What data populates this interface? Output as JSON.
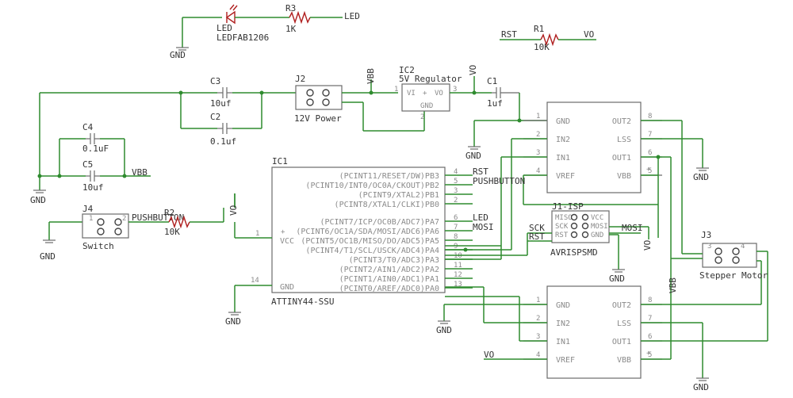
{
  "ic1": {
    "name": "IC1",
    "value": "ATTINY44-SSU",
    "pins_right": [
      {
        "fn": "(PCINT11/RESET/DW)PB3",
        "num": "4",
        "net": "RST"
      },
      {
        "fn": "(PCINT10/INT0/OC0A/CKOUT)PB2",
        "num": "5",
        "net": "PUSHBUTTON"
      },
      {
        "fn": "(PCINT9/XTAL2)PB1",
        "num": "3",
        "net": ""
      },
      {
        "fn": "(PCINT8/XTAL1/CLKI)PB0",
        "num": "2",
        "net": ""
      },
      {
        "fn": "(PCINT7/ICP/OC0B/ADC7)PA7",
        "num": "6",
        "net": "LED"
      },
      {
        "fn": "(PCINT6/OC1A/SDA/MOSI/ADC6)PA6",
        "num": "7",
        "net": "MOSI"
      },
      {
        "fn": "(PCINT5/OC1B/MISO/DO/ADC5)PA5",
        "num": "8",
        "net": ""
      },
      {
        "fn": "(PCINT4/T1/SCL/USCK/ADC4)PA4",
        "num": "9",
        "net": ""
      },
      {
        "fn": "(PCINT3/T0/ADC3)PA3",
        "num": "10",
        "net": ""
      },
      {
        "fn": "(PCINT2/AIN1/ADC2)PA2",
        "num": "11",
        "net": ""
      },
      {
        "fn": "(PCINT1/AIN0/ADC1)PA1",
        "num": "12",
        "net": ""
      },
      {
        "fn": "(PCINT0/AREF/ADC0)PA0",
        "num": "13",
        "net": ""
      }
    ],
    "vcc_label": "VCC",
    "gnd_label": "GND",
    "vcc_pin": "1",
    "gnd_pin": "14"
  },
  "driver_top": {
    "left": [
      {
        "fn": "GND",
        "num": "1"
      },
      {
        "fn": "IN2",
        "num": "2"
      },
      {
        "fn": "IN1",
        "num": "3"
      },
      {
        "fn": "VREF",
        "num": "4"
      }
    ],
    "right": [
      {
        "fn": "OUT2",
        "num": "8"
      },
      {
        "fn": "LSS",
        "num": "7"
      },
      {
        "fn": "OUT1",
        "num": "6"
      },
      {
        "fn": "VBB",
        "num": "5"
      }
    ]
  },
  "driver_bottom": {
    "left": [
      {
        "fn": "GND",
        "num": "1"
      },
      {
        "fn": "IN2",
        "num": "2"
      },
      {
        "fn": "IN1",
        "num": "3"
      },
      {
        "fn": "VREF",
        "num": "4"
      }
    ],
    "right": [
      {
        "fn": "OUT2",
        "num": "8"
      },
      {
        "fn": "LSS",
        "num": "7"
      },
      {
        "fn": "OUT1",
        "num": "6"
      },
      {
        "fn": "VBB",
        "num": "5"
      }
    ]
  },
  "isp": {
    "name": "J1-ISP",
    "value": "AVRISPSMD",
    "left": [
      "MISO",
      "SCK",
      "RST"
    ],
    "right": [
      "VCC",
      "MOSI",
      "GND"
    ],
    "nets_left": [
      "",
      "SCK",
      "RST"
    ],
    "net_right": "MOSI"
  },
  "parts": {
    "led": {
      "name": "LED",
      "value": "LEDFAB1206"
    },
    "r3": {
      "name": "R3",
      "value": "1K",
      "net": "LED"
    },
    "r1": {
      "name": "R1",
      "value": "10K",
      "net_left": "RST",
      "net_right": "VO"
    },
    "r2": {
      "name": "R2",
      "value": "10K",
      "net": "PUSHBUTTON"
    },
    "c1": {
      "name": "C1",
      "value": "1uf"
    },
    "c2": {
      "name": "C2",
      "value": "0.1uf"
    },
    "c3": {
      "name": "C3",
      "value": "10uf"
    },
    "c4": {
      "name": "C4",
      "value": "0.1uF"
    },
    "c5": {
      "name": "C5",
      "value": "10uf"
    },
    "j2": {
      "name": "J2",
      "value": "12V Power"
    },
    "j3": {
      "name": "J3",
      "value": "Stepper Motor"
    },
    "j4": {
      "name": "J4",
      "value": "Switch"
    },
    "ic2": {
      "name": "IC2",
      "value": "5V Regulator",
      "vi": "VI",
      "vo": "VO",
      "gnd": "GND"
    }
  },
  "nets": {
    "gnd": "GND",
    "vbb": "VBB",
    "vo": "VO"
  },
  "pin_numbers": {
    "one": "1",
    "two": "2",
    "three": "3",
    "four": "4"
  }
}
